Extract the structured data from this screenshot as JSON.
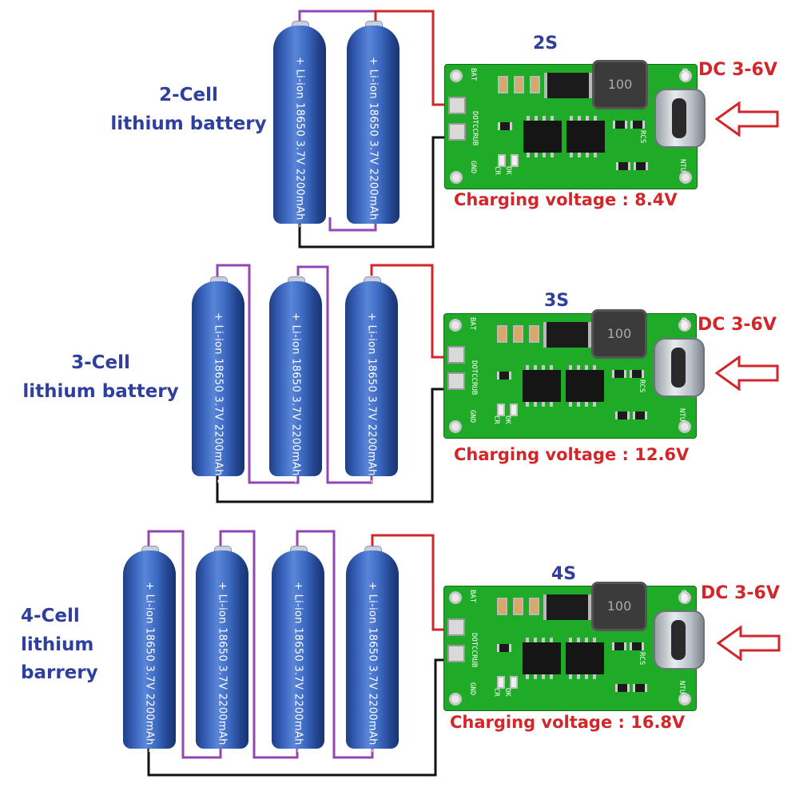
{
  "colors": {
    "label_blue": "#2f3f9e",
    "spec_red": "#d3262a",
    "wire_red": "#d3262a",
    "wire_purple": "#9146b0",
    "wire_black": "#111111",
    "battery_blue": "#3a64bd",
    "pcb_green": "#1faa27"
  },
  "icons": {
    "input_arrow": "arrow-left-outline-icon",
    "usb_port": "usb-c-port-icon"
  },
  "battery_text": "+ Li-ion 18650 3.7V 2200mAh -",
  "board_silk": {
    "bat": "BAT",
    "gnd": "GND",
    "dotccrub": "DOTCCRUB",
    "ok": "OK",
    "cr": "CR",
    "rcs": "RCS",
    "ntu": "NTU",
    "gnd_right": "GND",
    "inductor": "100"
  },
  "sections": [
    {
      "label_lines": [
        "2-Cell",
        "lithium battery"
      ],
      "cells": 2,
      "s_tag": "2S",
      "dc_label": "DC 3-6V",
      "voltage_label": "Charging voltage : 8.4V"
    },
    {
      "label_lines": [
        "3-Cell",
        "lithium battery"
      ],
      "cells": 3,
      "s_tag": "3S",
      "dc_label": "DC 3-6V",
      "voltage_label": "Charging voltage : 12.6V"
    },
    {
      "label_lines": [
        "4-Cell",
        "lithium",
        "barrery"
      ],
      "cells": 4,
      "s_tag": "4S",
      "dc_label": "DC 3-6V",
      "voltage_label": "Charging voltage : 16.8V"
    }
  ]
}
